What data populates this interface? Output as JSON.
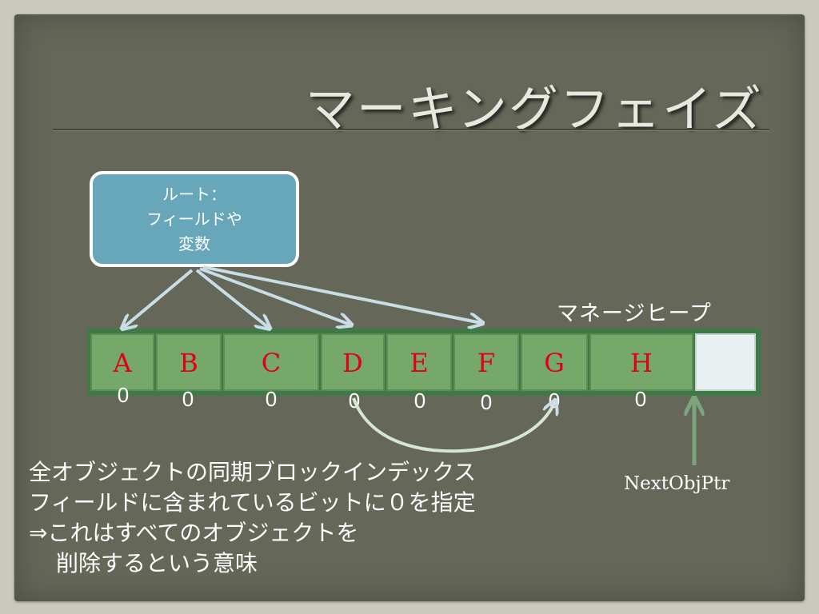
{
  "slide": {
    "title": "マーキングフェイズ",
    "root_box": {
      "lines": [
        "ルート：",
        "フィールドや",
        "変数"
      ]
    },
    "heap_label": "マネージヒープ",
    "objects": [
      {
        "label": "A",
        "bit": "0"
      },
      {
        "label": "B",
        "bit": "0"
      },
      {
        "label": "C",
        "bit": "0"
      },
      {
        "label": "D",
        "bit": "0"
      },
      {
        "label": "E",
        "bit": "0"
      },
      {
        "label": "F",
        "bit": "0"
      },
      {
        "label": "G",
        "bit": "0"
      },
      {
        "label": "H",
        "bit": "0"
      }
    ],
    "pointer_label": "NextObjPtr",
    "description": {
      "lines": [
        "全オブジェクトの同期ブロックインデックス",
        "フィールドに含まれているビットに０を指定",
        "⇒これはすべてのオブジェクトを",
        "削除するという意味"
      ]
    }
  },
  "colors": {
    "slide_bg": "#656759",
    "root_box_fill": "#67a7b9",
    "cell_fill": "#76a86a",
    "letter_red": "#e0001a",
    "arrow_light": "#c8dde6",
    "pointer_arrow_green": "#7ba57a"
  }
}
